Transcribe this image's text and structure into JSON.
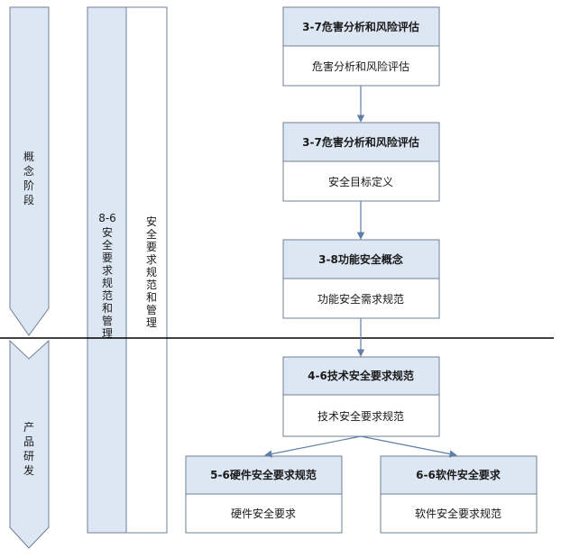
{
  "phases": {
    "concept": [
      "概",
      "念",
      "阶",
      "段"
    ],
    "development": [
      "产",
      "品",
      "研",
      "发"
    ]
  },
  "columns": {
    "left": [
      "8-6",
      "安",
      "全",
      "要",
      "求",
      "规",
      "范",
      "和",
      "管",
      "理"
    ],
    "right": [
      "安",
      "全",
      "要",
      "求",
      "规",
      "范",
      "和",
      "管",
      "理"
    ]
  },
  "boxes": {
    "hazard_analysis": {
      "header": "3-7危害分析和风险评估",
      "body": "危害分析和风险评估"
    },
    "safety_goals": {
      "header": "3-7危害分析和风险评估",
      "body": "安全目标定义"
    },
    "functional_concept": {
      "header": "3-8功能安全概念",
      "body": "功能安全需求规范"
    },
    "technical_spec": {
      "header": "4-6技术安全要求规范",
      "body": "技术安全要求规范"
    },
    "hardware": {
      "header": "5-6硬件安全要求规范",
      "body": "硬件安全要求"
    },
    "software": {
      "header": "6-6软件安全要求",
      "body": "软件安全要求规范"
    }
  },
  "colors": {
    "header_fill": "#dde7f3",
    "border": "#6f7f95",
    "arrow": "#5f7fa6",
    "divider": "#000000"
  }
}
